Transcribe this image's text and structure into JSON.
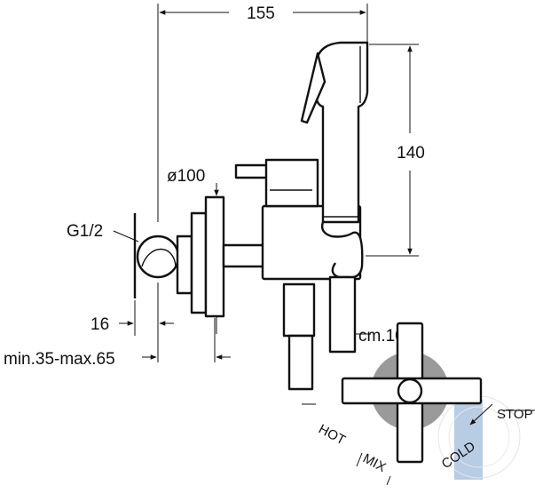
{
  "dimensions": {
    "width_total": "155",
    "height_handshower": "140",
    "flange_diameter": "ø100",
    "thread": "G1/2",
    "depth_small": "16",
    "wall_range": "min.35-max.65",
    "hose_length": "cm.100"
  },
  "handle_labels": {
    "hot": "HOT",
    "mix": "MIX",
    "stop": "STOP",
    "cold": "COLD"
  },
  "colors": {
    "line": "#111111",
    "knob_fill": "#9a9a9a",
    "cold_zone": "#b8cce4"
  }
}
